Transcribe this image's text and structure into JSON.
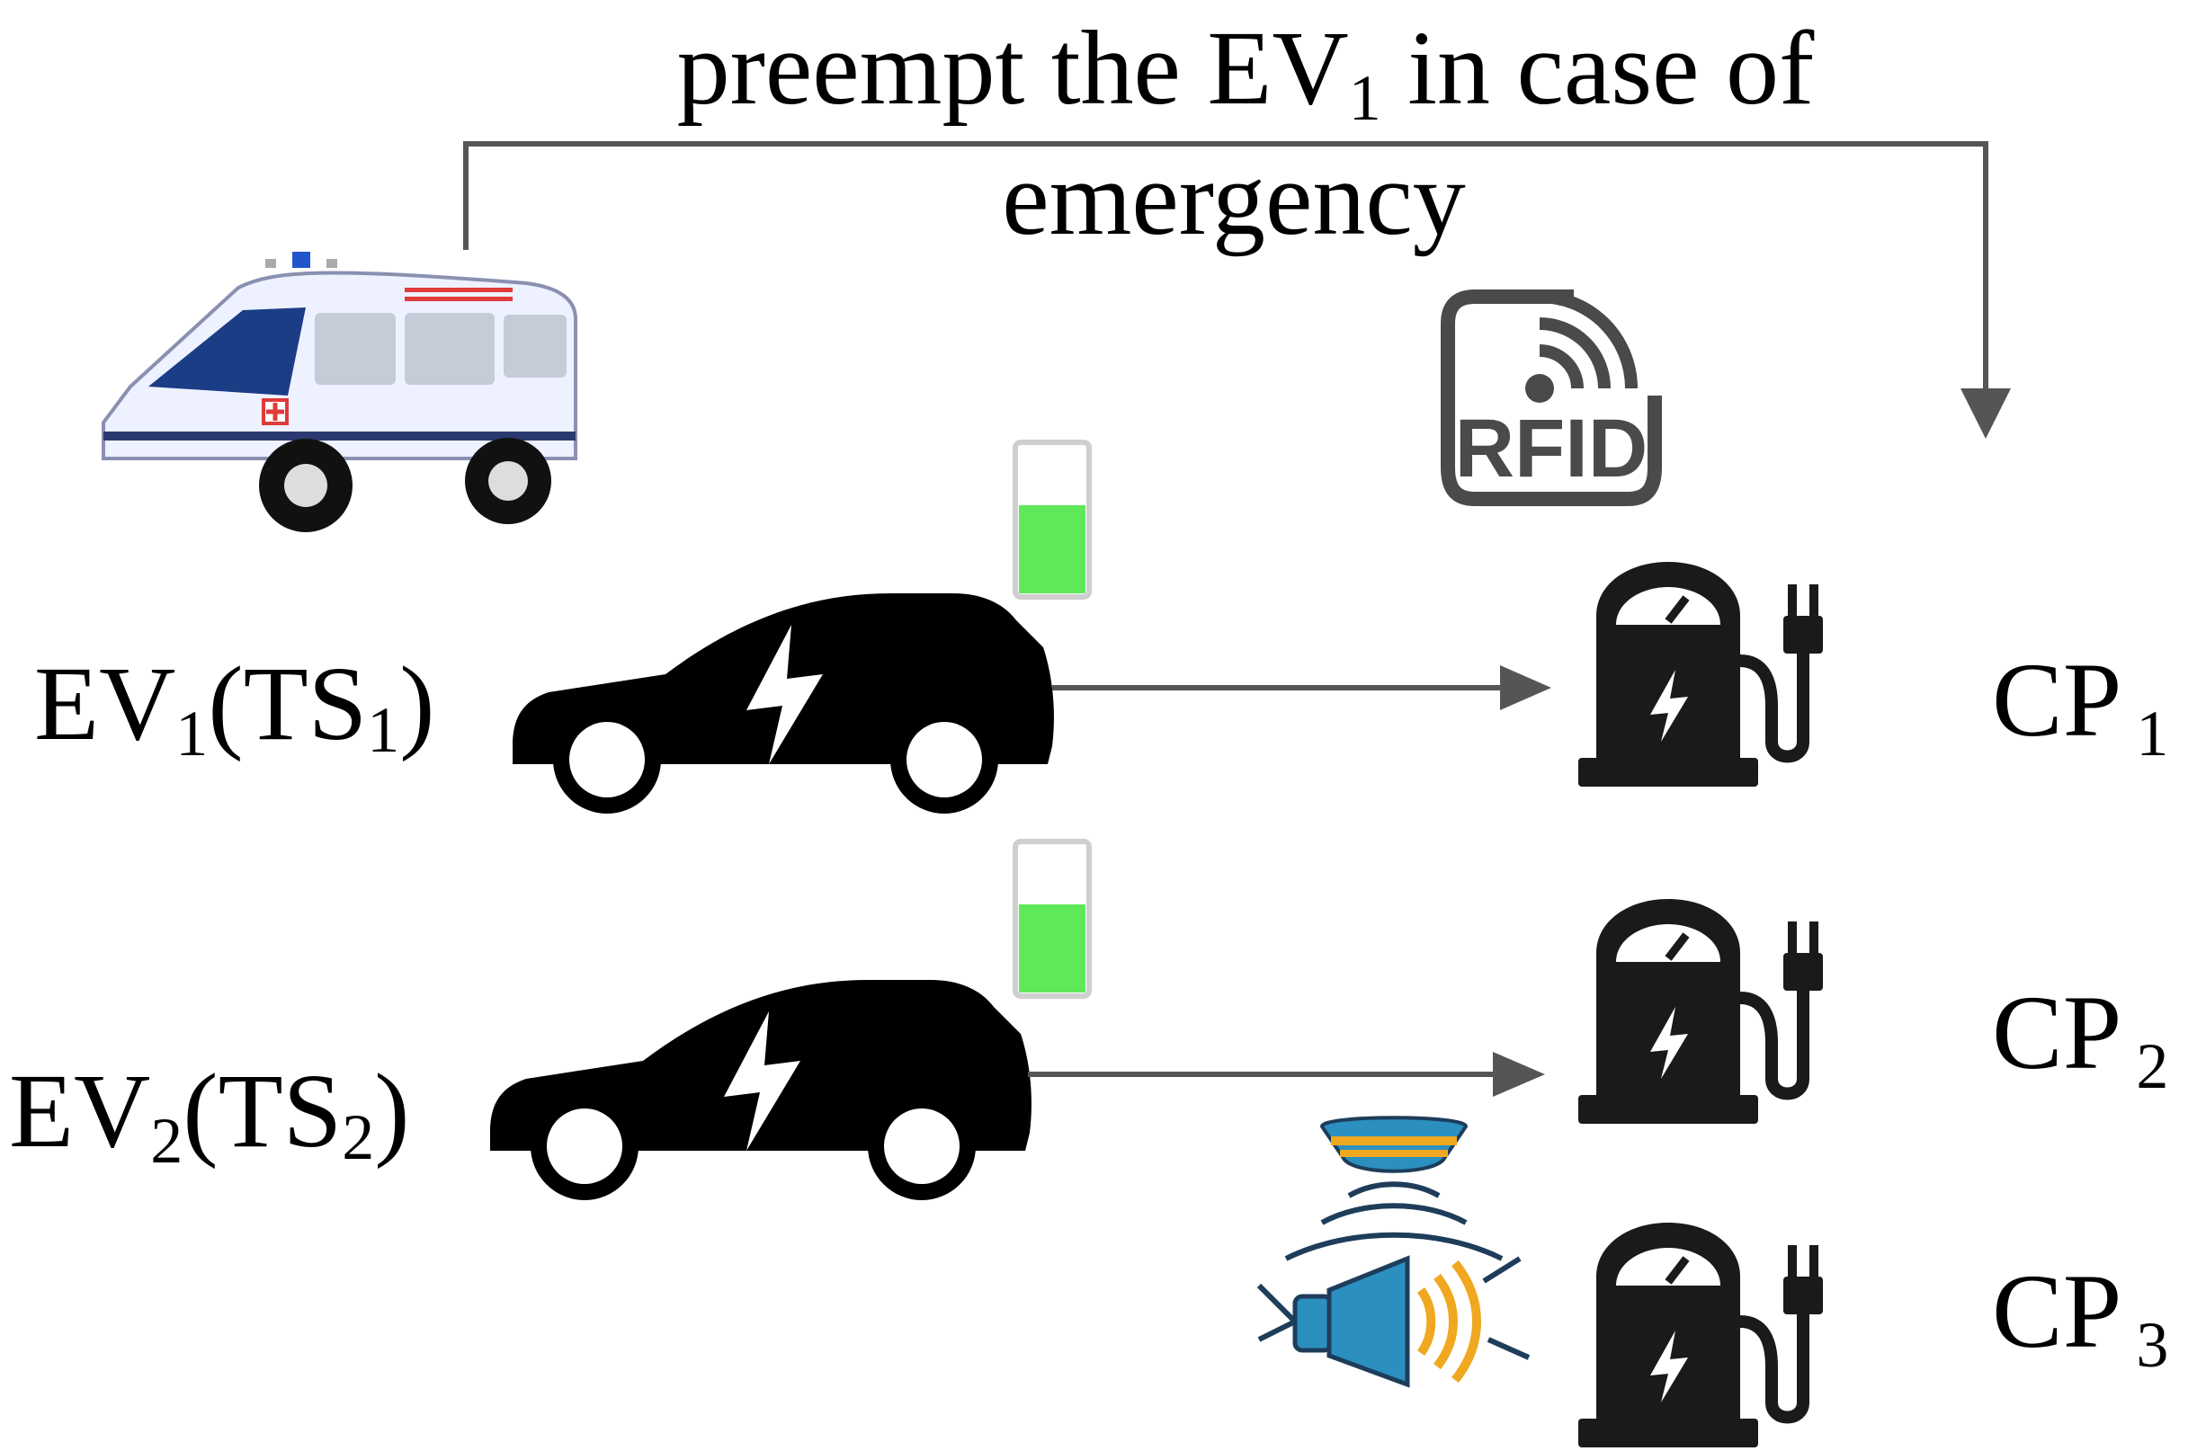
{
  "annotation": {
    "line1_before": "preempt the EV",
    "line1_sub": "1",
    "line1_after": " in case of",
    "line2": "emergency"
  },
  "rfid": {
    "label": "RFID"
  },
  "vehicles": [
    {
      "ev_prefix": "EV",
      "ev_sub": "1",
      "ts_prefix": "(TS",
      "ts_sub": "1",
      "close": ")",
      "battery_level": 0.6
    },
    {
      "ev_prefix": "EV",
      "ev_sub": "2",
      "ts_prefix": "(TS",
      "ts_sub": "2",
      "close": ")",
      "battery_level": 0.6
    }
  ],
  "charging_points": [
    {
      "prefix": "CP",
      "sub": "1"
    },
    {
      "prefix": "CP",
      "sub": "2"
    },
    {
      "prefix": "CP",
      "sub": "3"
    }
  ],
  "colors": {
    "arrow": "#555555",
    "battery_fill": "#5ee85a",
    "sensor_blue": "#2b8fc0",
    "sensor_orange": "#f0a820",
    "icon_dark": "#1a1a1a"
  }
}
